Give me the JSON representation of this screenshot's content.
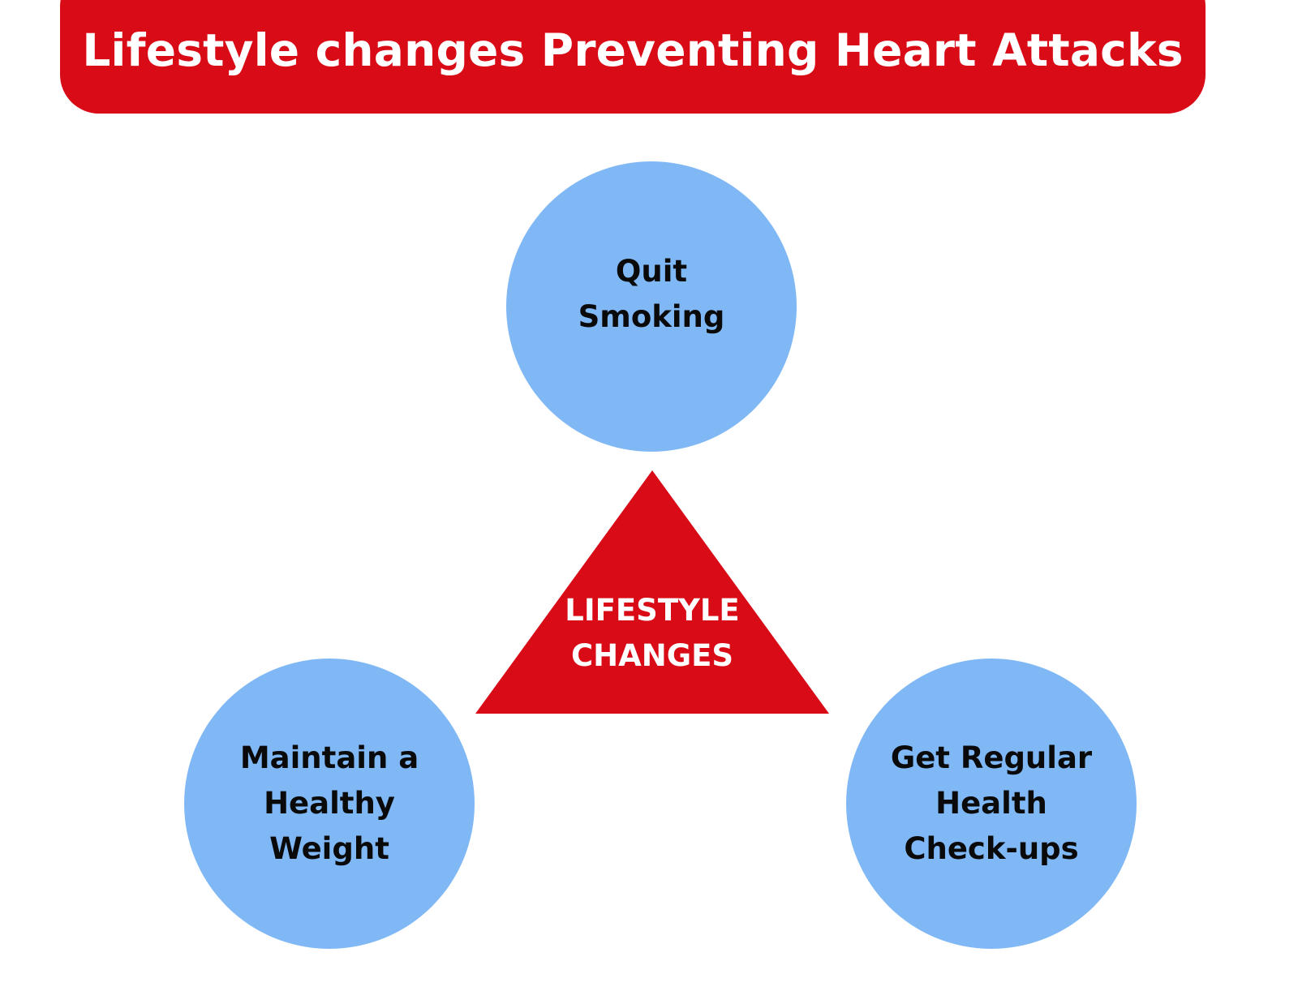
{
  "header": {
    "title": "Lifestyle changes Preventing Heart Attacks"
  },
  "center": {
    "label": "LIFESTYLE\nCHANGES"
  },
  "nodes": [
    {
      "label": "Quit\nSmoking"
    },
    {
      "label": "Maintain a\nHealthy\nWeight"
    },
    {
      "label": "Get Regular\nHealth\nCheck-ups"
    }
  ],
  "colors": {
    "accent_red": "#d80b17",
    "circle_blue": "#80b8f6",
    "text_dark": "#0a0a0a",
    "text_light": "#ffffff"
  }
}
